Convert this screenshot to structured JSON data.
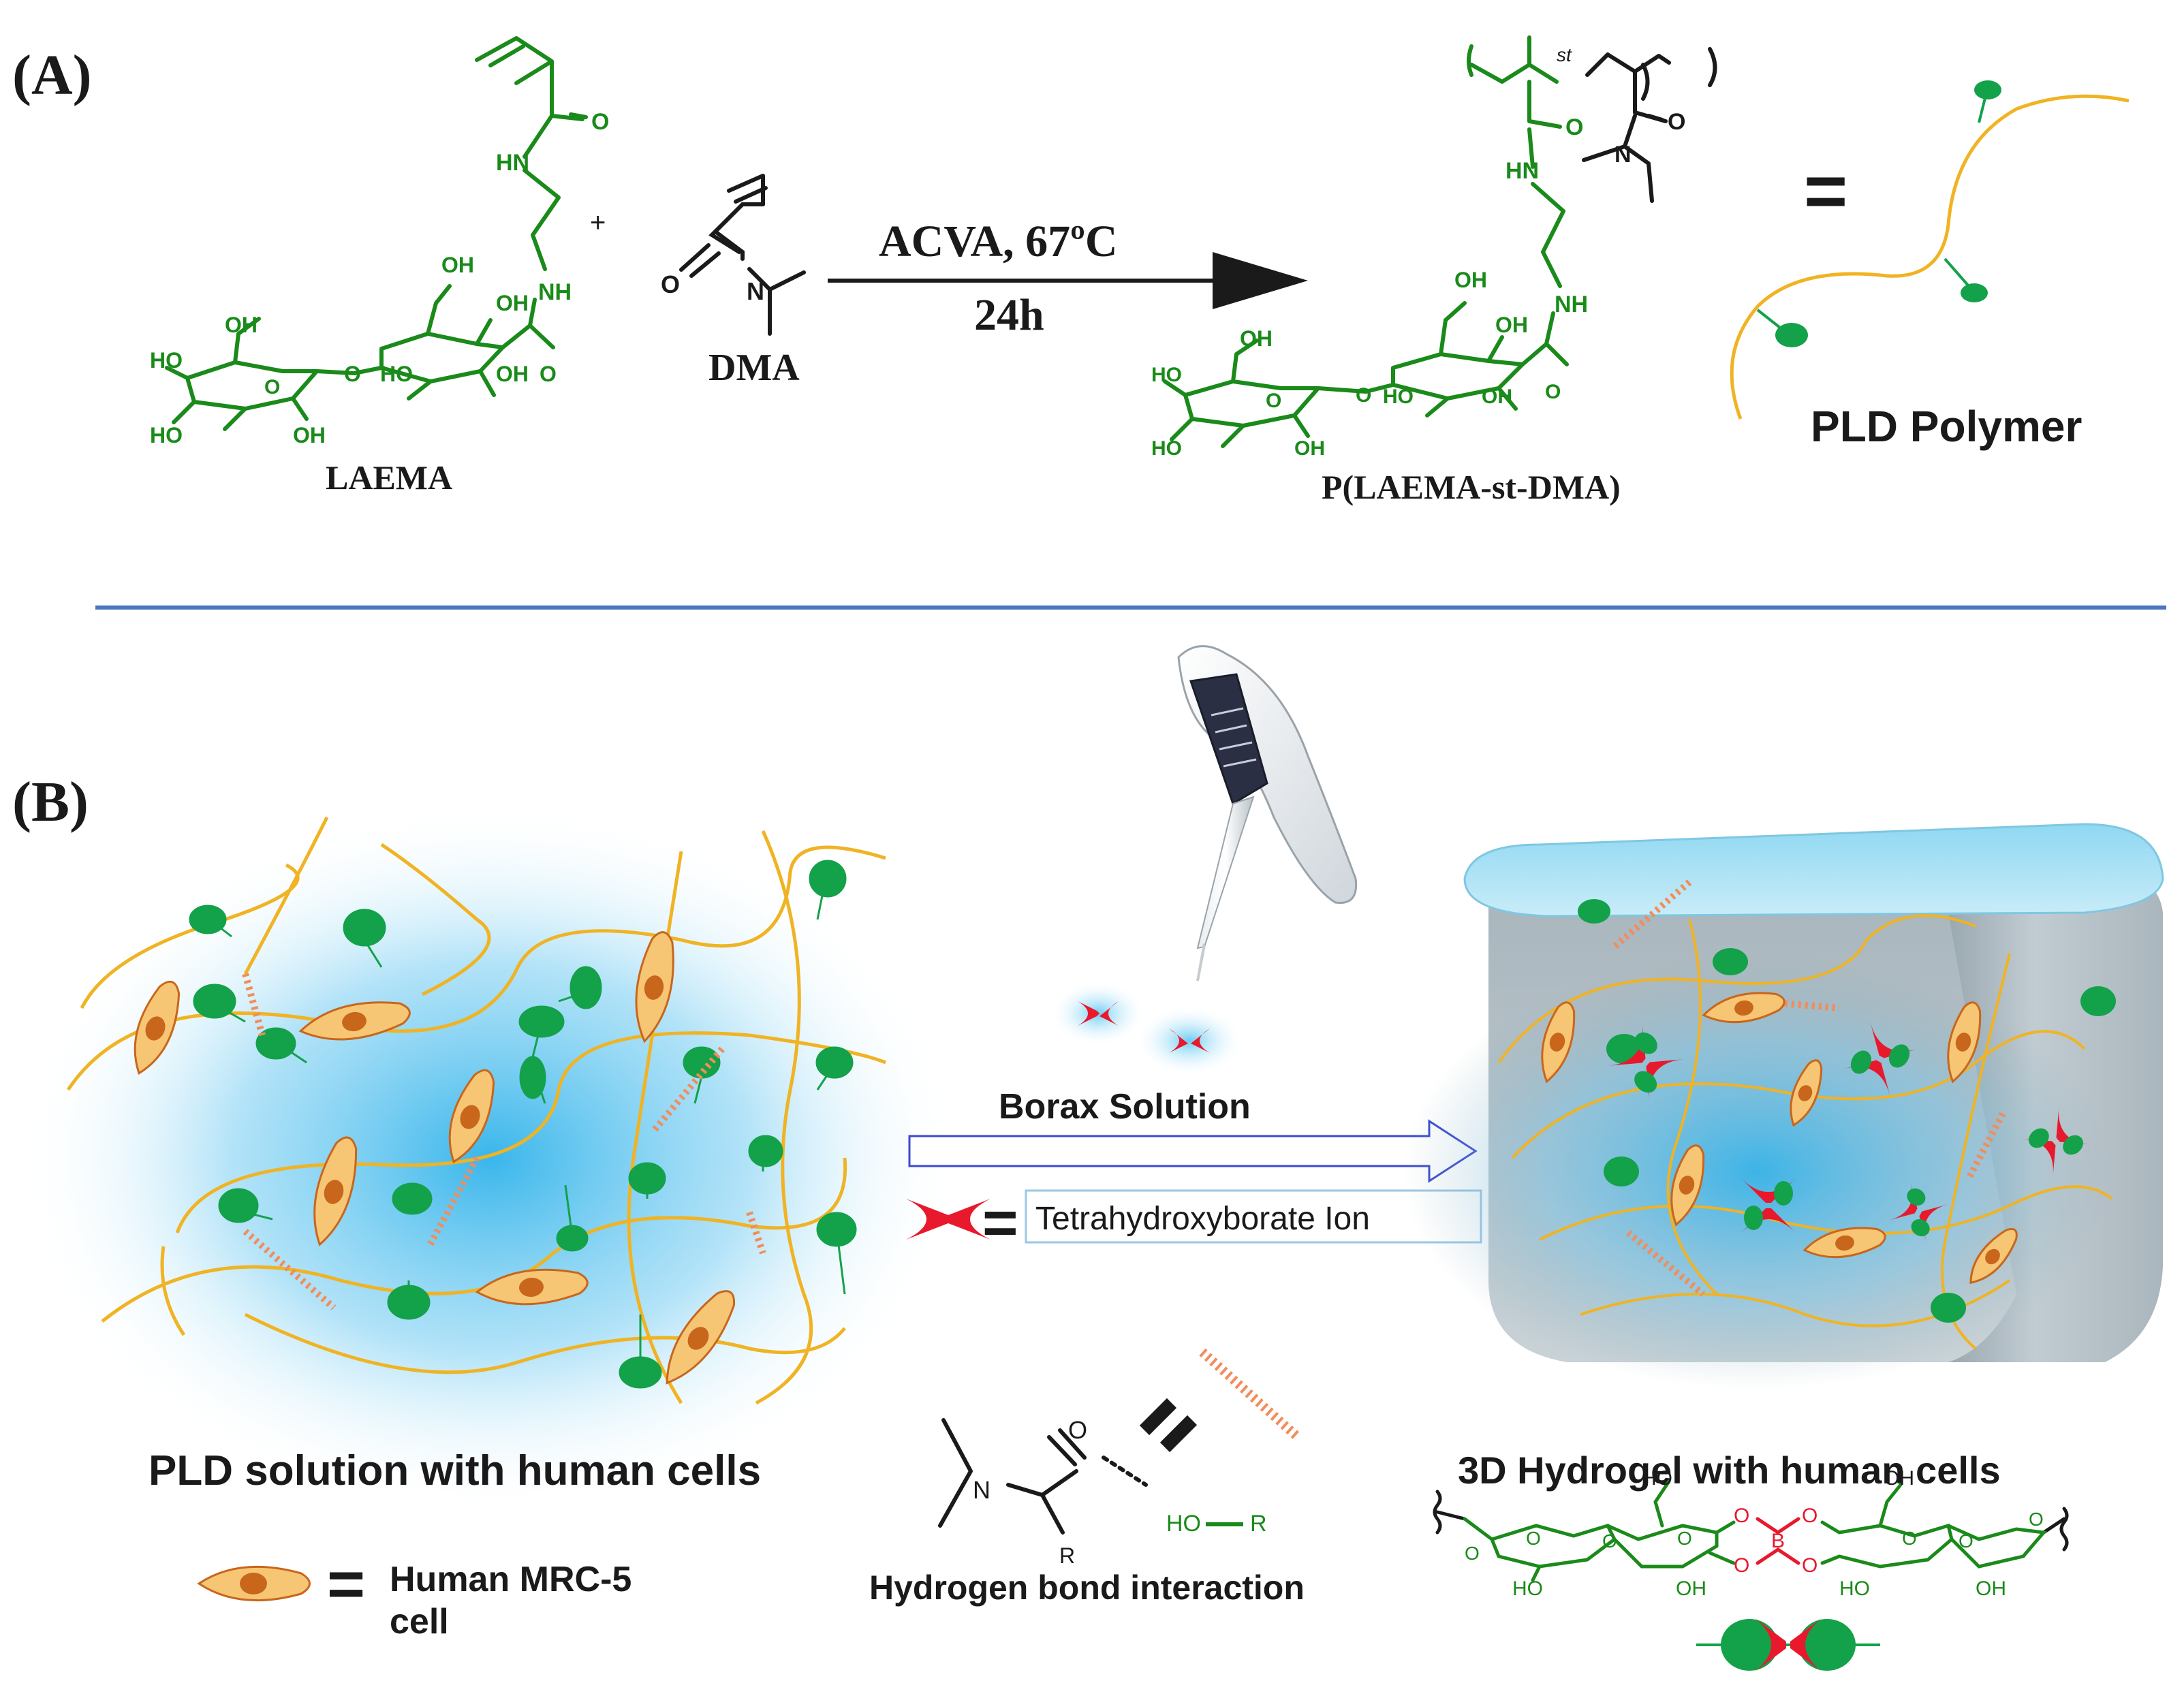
{
  "panel_a": {
    "label": "(A)",
    "monomer1": {
      "name": "LAEMA"
    },
    "plus": "+",
    "monomer2": {
      "name": "DMA"
    },
    "reaction": {
      "conditions": "ACVA, 67ºC",
      "time": "24h"
    },
    "product": {
      "name": "P(LAEMA-st-DMA)",
      "st_label": "st"
    },
    "equals": "=",
    "polymer_label": "PLD Polymer"
  },
  "panel_b": {
    "label": "(B)",
    "left_caption": "PLD solution with human cells",
    "cell_legend": {
      "label_line1": "Human MRC-5",
      "label_line2": "cell"
    },
    "borax_label": "Borax Solution",
    "ion_legend": "Tetrahydroxyborate Ion",
    "hbond_caption": "Hydrogen bond interaction",
    "right_caption": "3D Hydrogel with human cells"
  },
  "atoms": {
    "O": "O",
    "HN": "HN",
    "NH": "NH",
    "N": "N",
    "OH": "OH",
    "HO": "HO",
    "R": "R",
    "B": "B",
    "HO_R": "HO"
  },
  "colors": {
    "green": "#1a8a1a",
    "chain": "#f0b323",
    "bead": "#13a14a",
    "cell_fill": "#f7c675",
    "cell_nucleus": "#c8661c",
    "hbond": "#f28c5b",
    "ion": "#e8192c",
    "divider": "#4a76c0",
    "glow": "#35b6e8"
  }
}
